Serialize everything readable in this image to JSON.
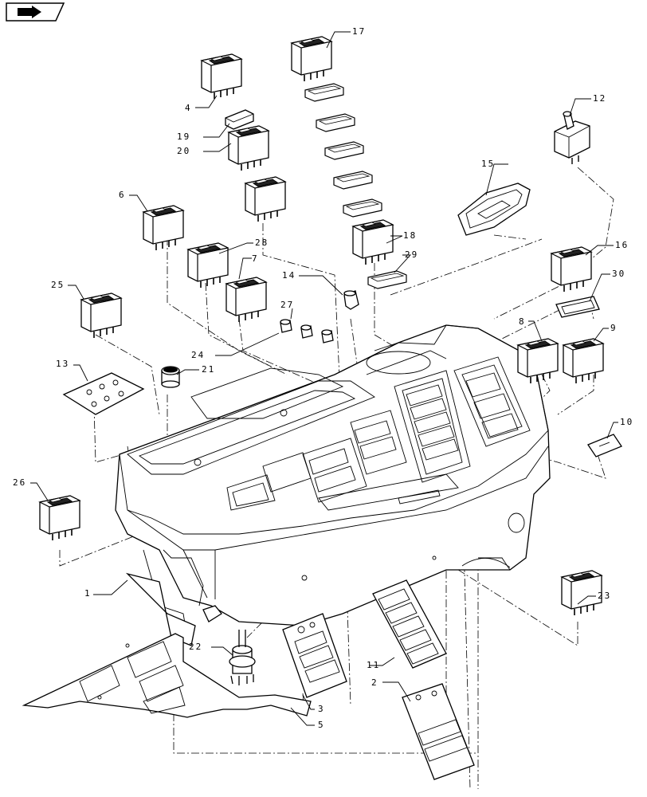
{
  "nav_icon": {
    "name": "arrow-right-icon"
  },
  "callouts": [
    "1",
    "2",
    "3",
    "4",
    "5",
    "6",
    "7",
    "8",
    "9",
    "10",
    "11",
    "12",
    "13",
    "14",
    "15",
    "16",
    "17",
    "18",
    "19",
    "20",
    "21",
    "22",
    "23",
    "24",
    "25",
    "26",
    "27",
    "28",
    "29",
    "30"
  ]
}
